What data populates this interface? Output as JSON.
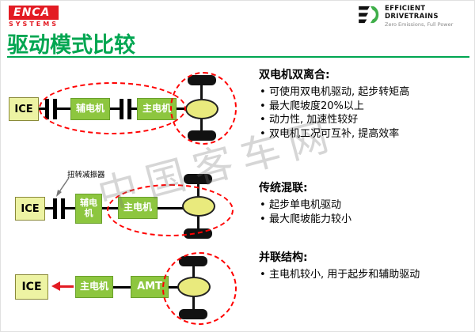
{
  "title": "驱动模式比较",
  "watermark": "中国客车网",
  "logos": {
    "enca_line1": "ENCA",
    "enca_line2": "SYSTEMS",
    "ed_name": "EFFICIENT DRIVETRAINS",
    "ed_tagline": "Zero Emissions, Full Power"
  },
  "diagrams": [
    {
      "ice": "ICE",
      "motor1": "辅电机",
      "motor2": "主电机"
    },
    {
      "ice": "ICE",
      "damper_label": "扭转减振器",
      "motor1": "辅电机",
      "motor2": "主电机"
    },
    {
      "ice": "ICE",
      "motor1": "主电机",
      "gearbox": "AMT"
    }
  ],
  "sections": [
    {
      "heading": "双电机双离合:",
      "bullets": [
        "可使用双电机驱动, 起步转矩高",
        "最大爬坡度20%以上",
        "动力性, 加速性较好",
        "双电机工况可互补, 提高效率"
      ]
    },
    {
      "heading": "传统混联:",
      "bullets": [
        "起步单电机驱动",
        "最大爬坡能力较小"
      ]
    },
    {
      "heading": "并联结构:",
      "bullets": [
        "主电机较小, 用于起步和辅助驱动"
      ]
    }
  ],
  "colors": {
    "title_green": "#00a651",
    "motor_green": "#8dc63f",
    "ice_yellow": "#edf3a3",
    "hub_yellow": "#e9ea7d",
    "dashed_red": "#ff0000",
    "enca_red": "#e31b23"
  }
}
